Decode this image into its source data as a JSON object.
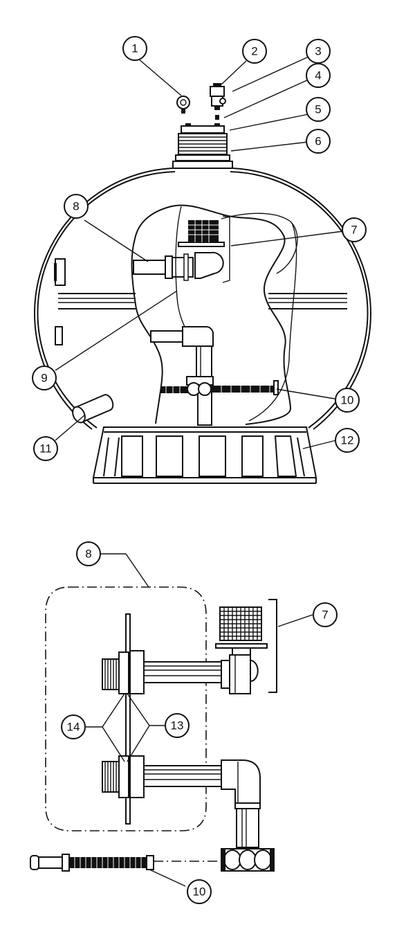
{
  "callouts": [
    {
      "id": "c1",
      "label": "1"
    },
    {
      "id": "c2",
      "label": "2"
    },
    {
      "id": "c3",
      "label": "3"
    },
    {
      "id": "c4",
      "label": "4"
    },
    {
      "id": "c5",
      "label": "5"
    },
    {
      "id": "c6",
      "label": "6"
    },
    {
      "id": "c7",
      "label": "7"
    },
    {
      "id": "c8",
      "label": "8"
    },
    {
      "id": "c9",
      "label": "9"
    },
    {
      "id": "c10",
      "label": "10"
    },
    {
      "id": "c11",
      "label": "11"
    },
    {
      "id": "c12",
      "label": "12"
    },
    {
      "id": "c8b",
      "label": "8"
    },
    {
      "id": "c7b",
      "label": "7"
    },
    {
      "id": "c14",
      "label": "14"
    },
    {
      "id": "c13",
      "label": "13"
    },
    {
      "id": "c10b",
      "label": "10"
    }
  ],
  "icons": {
    "pressure_gauge": "pressure-gauge-icon",
    "air_relief_valve": "air-relief-valve-icon",
    "lateral_grid": "lateral-grid-icon"
  }
}
